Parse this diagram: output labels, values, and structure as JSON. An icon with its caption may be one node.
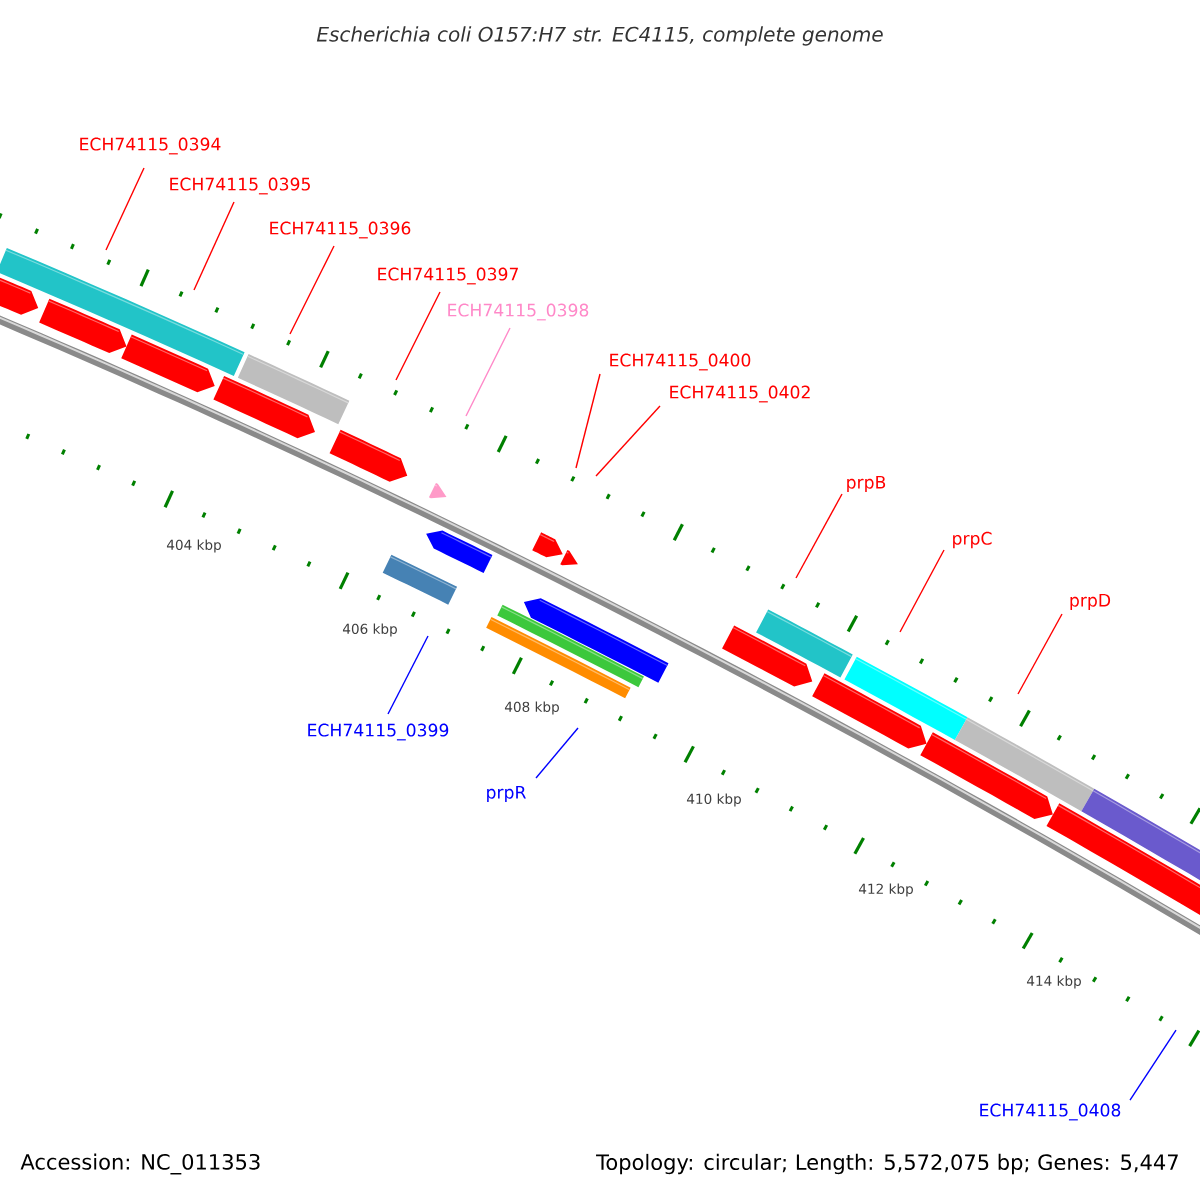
{
  "diagram": {
    "title": "Escherichia coli O157:H7 str. EC4115, complete genome",
    "nodes": [
      {
        "text": [
          "ECH74115_0394"
        ]
      },
      {
        "text": [
          "ECH74115_0395"
        ]
      },
      {
        "text": [
          "ECH74115_0396"
        ]
      },
      {
        "text": [
          "ECH74115_0397"
        ]
      },
      {
        "text": [
          "ECH74115_0398"
        ]
      },
      {
        "text": [
          "ECH74115_0400"
        ]
      },
      {
        "text": [
          "ECH74115_0402"
        ]
      },
      {
        "text": [
          "prpB"
        ]
      },
      {
        "text": [
          "prpC"
        ]
      },
      {
        "text": [
          "prpD"
        ]
      },
      {
        "text": [
          "ECH74115_0399"
        ]
      },
      {
        "text": [
          "prpR"
        ]
      },
      {
        "text": [
          "ECH74115_0408"
        ]
      }
    ],
    "edges": [
      {
        "from": 0,
        "to": null,
        "arrow": "none"
      },
      {
        "from": 1,
        "to": null,
        "arrow": "none"
      },
      {
        "from": 2,
        "to": null,
        "arrow": "none"
      },
      {
        "from": 3,
        "to": null,
        "arrow": "none"
      },
      {
        "from": 4,
        "to": null,
        "arrow": "none",
        "color": "#ff88c8"
      },
      {
        "from": 5,
        "to": null,
        "arrow": "none"
      },
      {
        "from": 6,
        "to": null,
        "arrow": "none"
      },
      {
        "from": 7,
        "to": null,
        "arrow": "none"
      },
      {
        "from": 8,
        "to": null,
        "arrow": "none"
      },
      {
        "from": 9,
        "to": null,
        "arrow": "none"
      },
      {
        "from": 10,
        "to": null,
        "arrow": "none",
        "color": "#0000ff"
      },
      {
        "from": 11,
        "to": null,
        "arrow": "none",
        "color": "#0000ff"
      },
      {
        "from": 12,
        "to": null,
        "arrow": "none",
        "color": "#0000ff"
      }
    ],
    "labels": [
      "404 kbp",
      "406 kbp",
      "408 kbp",
      "410 kbp",
      "412 kbp",
      "414 kbp",
      "Accession: NC_011353",
      "Topology: circular; Length: 5,572,075 bp; Genes: 5,447"
    ]
  }
}
